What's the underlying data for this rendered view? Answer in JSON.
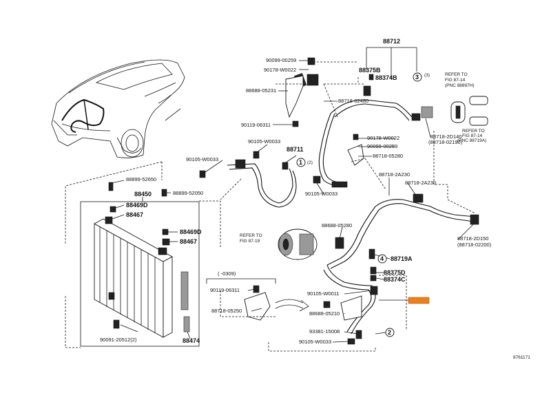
{
  "diagram_id": "8761171",
  "refer_notes": {
    "fig_87_14_a": [
      "REFER TO",
      "FIG 87-14",
      "(PNC 88897H)"
    ],
    "fig_87_14_b": [
      "REFER TO",
      "FIG 87-14",
      "(PNC 88719A)"
    ],
    "fig_87_19": [
      "REFER TO",
      "FIG 87-19"
    ]
  },
  "date_note": "(    -0309)",
  "labels": {
    "p90099_00259_top": "90099-00259",
    "p90178_w0022_top": "90178-W0022",
    "p88688_05231": "88688-05231",
    "p90119_06311_top": "90119-06311",
    "p88712": "88712",
    "p88375b": "88375B",
    "p88374b": "88374B",
    "circ3": "3",
    "circ3_note": "(3)",
    "p88718_02480": "88718-02480",
    "p90178_w0022_mid": "90178-W0022",
    "p90099_00259_mid": "90099-00259",
    "p88718_2d140": "88718-2D140",
    "p88718_02190": "(88718-02190)",
    "p88718_05280": "88718-05280",
    "p90105_w0033_a": "90105-W0033",
    "p90105_w0033_b": "90105-W0033",
    "p88711": "88711",
    "circ1": "1",
    "circ1_note": "(2)",
    "p90105_w0033_c": "90105-W0033",
    "p88899_52650": "88899-52650",
    "p88899_52050": "88899-52050",
    "p88450": "88450",
    "p88469d_a": "88469D",
    "p88467_a": "88467",
    "p88469d_b": "88469D",
    "p88467_b": "88467",
    "p88718_2a230_a": "88718-2A230",
    "p88718_2a230_b": "88718-2A230",
    "p88688_05280": "88688-05280",
    "p88718_2d150": "88718-2D150",
    "p88718_02200": "(88718-02200)",
    "circ4": "4",
    "p88719a": "88719A",
    "p88375d": "88375D",
    "p88374c": "88374C",
    "p90119_06311_low": "90119-06311",
    "p88718_05250": "88718-05250",
    "p90105_w0011": "90105-W0011",
    "p88688_05210": "88688-05210",
    "p93381_15008": "93381-15008",
    "circ2": "2",
    "p90105_w0033_d": "90105-W0033",
    "p90091_20512": "90091-20512(2)",
    "p88474": "88474"
  },
  "highlight_color": "#e8801e",
  "line_color": "#111111"
}
